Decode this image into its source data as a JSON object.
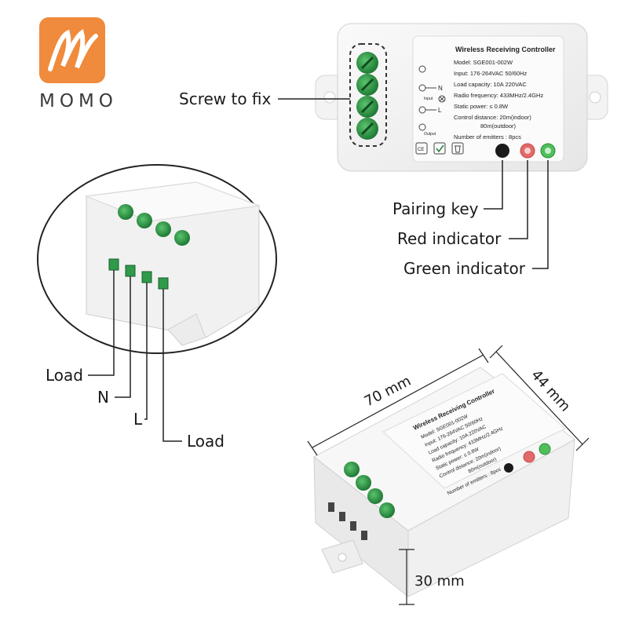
{
  "brand": {
    "name": "MOMO",
    "logo_color": "#f08a3c"
  },
  "callouts": {
    "screw": "Screw to fix",
    "pairing_key": "Pairing key",
    "red_indicator": "Red indicator",
    "green_indicator": "Green indicator",
    "load_top": "Load",
    "n": "N",
    "l": "L",
    "load_bottom": "Load"
  },
  "dimensions": {
    "length": "70 mm",
    "width": "44 mm",
    "height": "30 mm"
  },
  "device_label": {
    "title": "Wireless Receiving Controller",
    "model": "Model: SGE001-002W",
    "input": "Input: 176-264VAC 50/60Hz",
    "load": "Load capacity: 10A 220VAC",
    "radio": "Radio frequency: 433MHz/2.4GHz",
    "static": "Static power: ≤ 0.8W",
    "control": "Control distance: 20m(indoor)",
    "control2": "80m(outdoor)",
    "emitters": "Number of emitters : 8pcs",
    "terminal_n": "N",
    "terminal_l": "L",
    "input_word": "Input",
    "output_word": "Output",
    "ce": "CE"
  },
  "colors": {
    "terminal_green": "#2f9a4a",
    "red_led": "#e06a6a",
    "green_led": "#4fbf5a",
    "case": "#f2f2f2"
  }
}
